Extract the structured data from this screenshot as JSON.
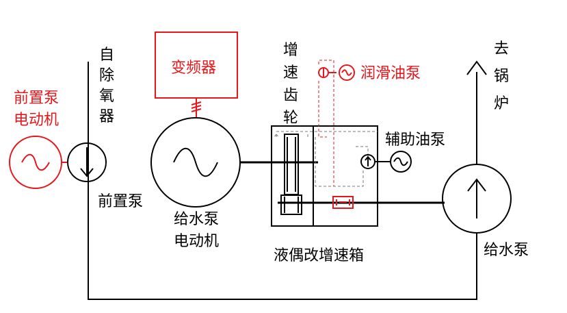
{
  "labels": {
    "deaerator": "自除氧器",
    "pre_pump": "前置泵",
    "pre_pump_motor": "前置泵电动机",
    "vfd": "变频器",
    "feed_pump_motor": "给水泵电动机",
    "step_up_gear": "增速齿轮",
    "lube_oil_pump": "润滑油泵",
    "aux_oil_pump": "辅助油泵",
    "gearbox": "液偶改增速箱",
    "to_boiler": "去锅炉",
    "feed_pump": "给水泵"
  },
  "colors": {
    "line": "#000000",
    "highlight": "#e8161b",
    "dashed": "#777777"
  }
}
